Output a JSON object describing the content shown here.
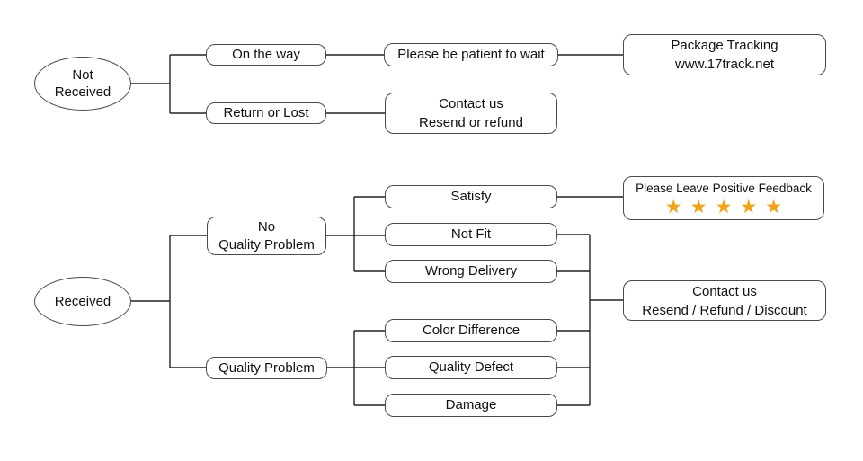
{
  "diagram_type": "flowchart",
  "colors": {
    "background": "#ffffff",
    "box_border": "#4a4a4a",
    "connector_line": "#222222",
    "text": "#111111",
    "star": "#f6a113"
  },
  "nodes": {
    "not_received": {
      "line1": "Not",
      "line2": "Received"
    },
    "on_the_way": {
      "label": "On the way"
    },
    "please_be_patient": {
      "label": "Please be patient to wait"
    },
    "package_tracking": {
      "line1": "Package Tracking",
      "line2": "www.17track.net"
    },
    "return_or_lost": {
      "label": "Return or Lost"
    },
    "contact_us_top": {
      "line1": "Contact us",
      "line2": "Resend or refund"
    },
    "received": {
      "label": "Received"
    },
    "no_quality_problem": {
      "line1": "No",
      "line2": "Quality Problem"
    },
    "quality_problem": {
      "label": "Quality Problem"
    },
    "satisfy": {
      "label": "Satisfy"
    },
    "not_fit": {
      "label": "Not Fit"
    },
    "wrong_delivery": {
      "label": "Wrong Delivery"
    },
    "positive_feedback": {
      "label": "Please Leave Positive Feedback",
      "star_count": 5,
      "stars": "★★★★★"
    },
    "color_difference": {
      "label": "Color Difference"
    },
    "quality_defect": {
      "label": "Quality Defect"
    },
    "damage": {
      "label": "Damage"
    },
    "contact_us_bottom": {
      "line1": "Contact us",
      "line2": "Resend / Refund / Discount"
    }
  },
  "edges": [
    [
      "not_received",
      "on_the_way"
    ],
    [
      "not_received",
      "return_or_lost"
    ],
    [
      "on_the_way",
      "please_be_patient"
    ],
    [
      "please_be_patient",
      "package_tracking"
    ],
    [
      "return_or_lost",
      "contact_us_top"
    ],
    [
      "received",
      "no_quality_problem"
    ],
    [
      "received",
      "quality_problem"
    ],
    [
      "no_quality_problem",
      "satisfy"
    ],
    [
      "no_quality_problem",
      "not_fit"
    ],
    [
      "no_quality_problem",
      "wrong_delivery"
    ],
    [
      "satisfy",
      "positive_feedback"
    ],
    [
      "not_fit",
      "contact_us_bottom"
    ],
    [
      "wrong_delivery",
      "contact_us_bottom"
    ],
    [
      "quality_problem",
      "color_difference"
    ],
    [
      "quality_problem",
      "quality_defect"
    ],
    [
      "quality_problem",
      "damage"
    ],
    [
      "color_difference",
      "contact_us_bottom"
    ],
    [
      "quality_defect",
      "contact_us_bottom"
    ],
    [
      "damage",
      "contact_us_bottom"
    ]
  ]
}
